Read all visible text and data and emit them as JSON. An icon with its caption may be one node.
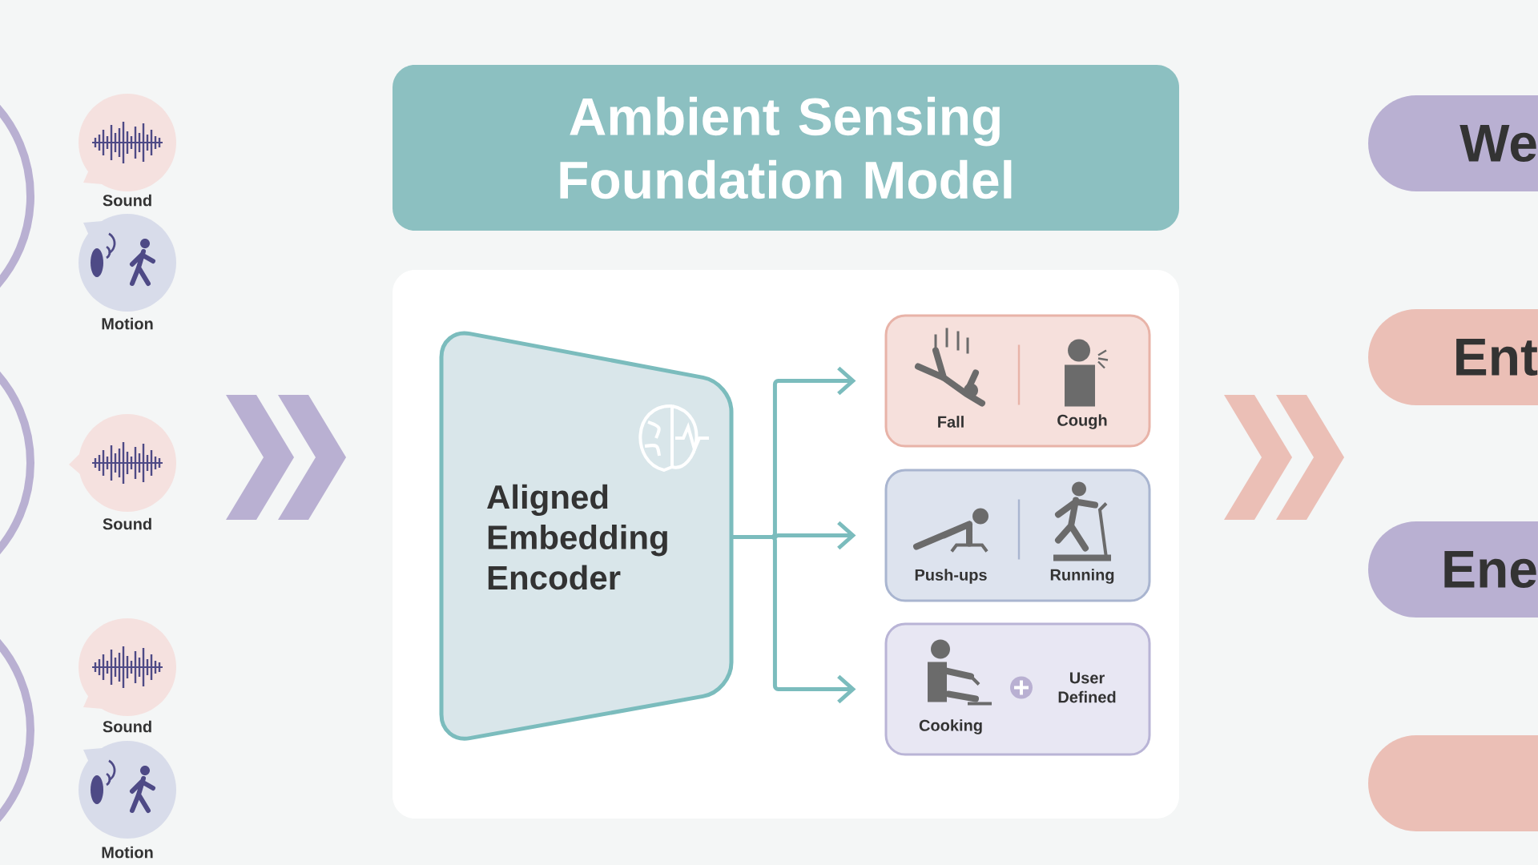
{
  "diagram": {
    "nodes": [
      {
        "text": [
          "Ambient Sensing Foundation Model"
        ]
      },
      {
        "text": [
          "Aligned Embedding Encoder"
        ]
      },
      {
        "text": [
          "Fall",
          "Cough"
        ]
      },
      {
        "text": [
          "Push-ups",
          "Running"
        ]
      },
      {
        "text": [
          "Cooking",
          "User Defined"
        ]
      },
      {
        "text": [
          "We"
        ]
      },
      {
        "text": [
          "Ent"
        ]
      },
      {
        "text": [
          "Ene"
        ]
      },
      {
        "text": [],
        "shape": "box"
      },
      {
        "text": [],
        "shape": "circle"
      },
      {
        "text": [],
        "shape": "circle"
      },
      {
        "text": [],
        "shape": "circle"
      }
    ],
    "edges": [
      {
        "from": 1,
        "to": 2,
        "arrow": "to"
      },
      {
        "from": 1,
        "to": 3,
        "arrow": "to"
      },
      {
        "from": 1,
        "to": 4,
        "arrow": "to"
      }
    ],
    "labels": [
      "Sound",
      "Motion",
      "Sound",
      "Sound",
      "Motion"
    ]
  }
}
